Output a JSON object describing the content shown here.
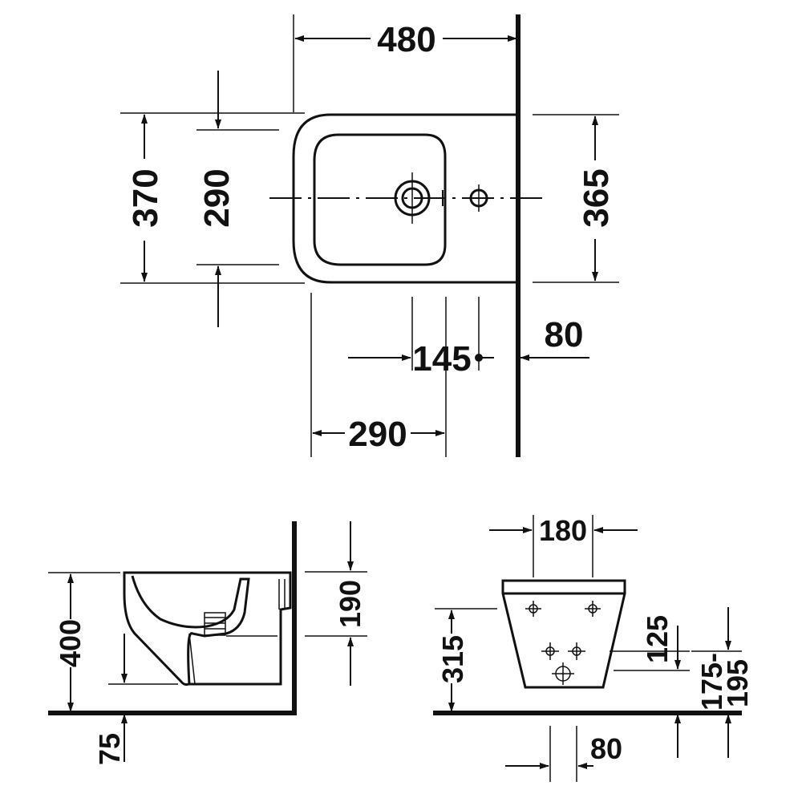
{
  "dimensions": {
    "width_total": "480",
    "depth_overall": "370",
    "inner_depth": "290",
    "wall_depth": "365",
    "side_offset": "80",
    "tap_spacing": "145",
    "outlet_distance": "290",
    "pan_height_to_rim": "400",
    "fixing_height": "190",
    "floor_gap": "75",
    "fixing_spacing_top": "180",
    "fixing_height_315": "315",
    "waste_height": "125",
    "supply_range_a": "175-",
    "supply_range_b": "195",
    "waste_width": "80"
  }
}
